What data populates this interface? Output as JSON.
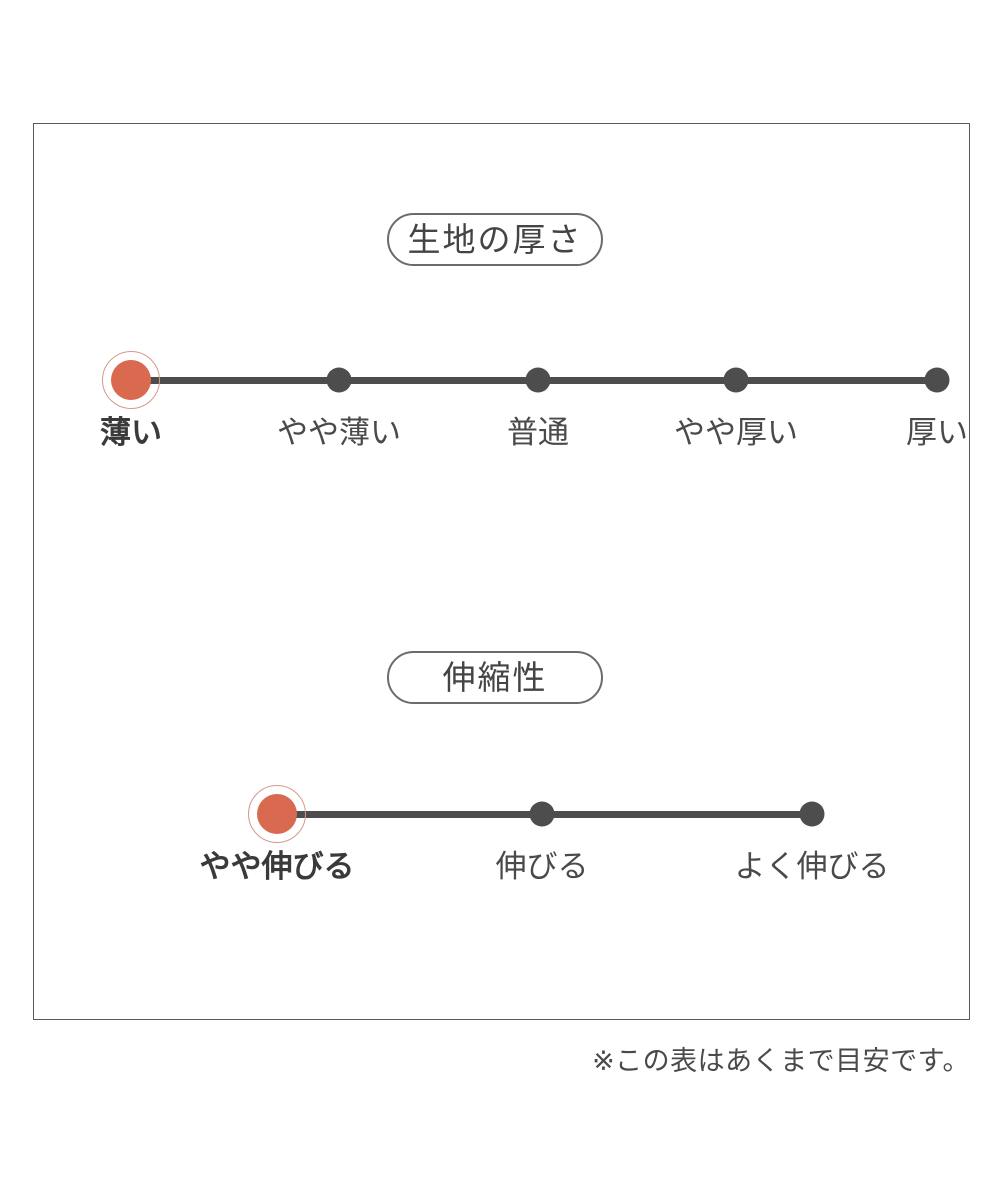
{
  "chart_data": {
    "type": "scatter",
    "title": "生地の厚さ・伸縮性",
    "xlabel": "",
    "ylabel": "",
    "annotations": [
      "※この表はあくまで目安です。"
    ],
    "scales": [
      {
        "name": "生地の厚さ",
        "categories": [
          "薄い",
          "やや薄い",
          "普通",
          "やや厚い",
          "厚い"
        ],
        "values": [
          1,
          2,
          3,
          4,
          5
        ],
        "selected_index": 0,
        "selected_value": "薄い"
      },
      {
        "name": "伸縮性",
        "categories": [
          "やや伸びる",
          "伸びる",
          "よく伸びる"
        ],
        "values": [
          1,
          2,
          3
        ],
        "selected_index": 0,
        "selected_value": "やや伸びる"
      }
    ]
  },
  "colors": {
    "selected_dot": "#d9694f",
    "selected_ring": "#d39a8b",
    "plain_dot": "#4d4d4d",
    "track": "#4d4d4d",
    "frame_border": "#595959",
    "pill_border": "#6b6b6b",
    "text": "#4a4a4a",
    "background": "#ffffff"
  },
  "thickness": {
    "heading": "生地の厚さ",
    "ticks": [
      {
        "label": "薄い",
        "selected": true
      },
      {
        "label": "やや薄い",
        "selected": false
      },
      {
        "label": "普通",
        "selected": false
      },
      {
        "label": "やや厚い",
        "selected": false
      },
      {
        "label": "厚い",
        "selected": false
      }
    ]
  },
  "stretch": {
    "heading": "伸縮性",
    "ticks": [
      {
        "label": "やや伸びる",
        "selected": true
      },
      {
        "label": "伸びる",
        "selected": false
      },
      {
        "label": "よく伸びる",
        "selected": false
      }
    ]
  },
  "footnote": "※この表はあくまで目安です。"
}
